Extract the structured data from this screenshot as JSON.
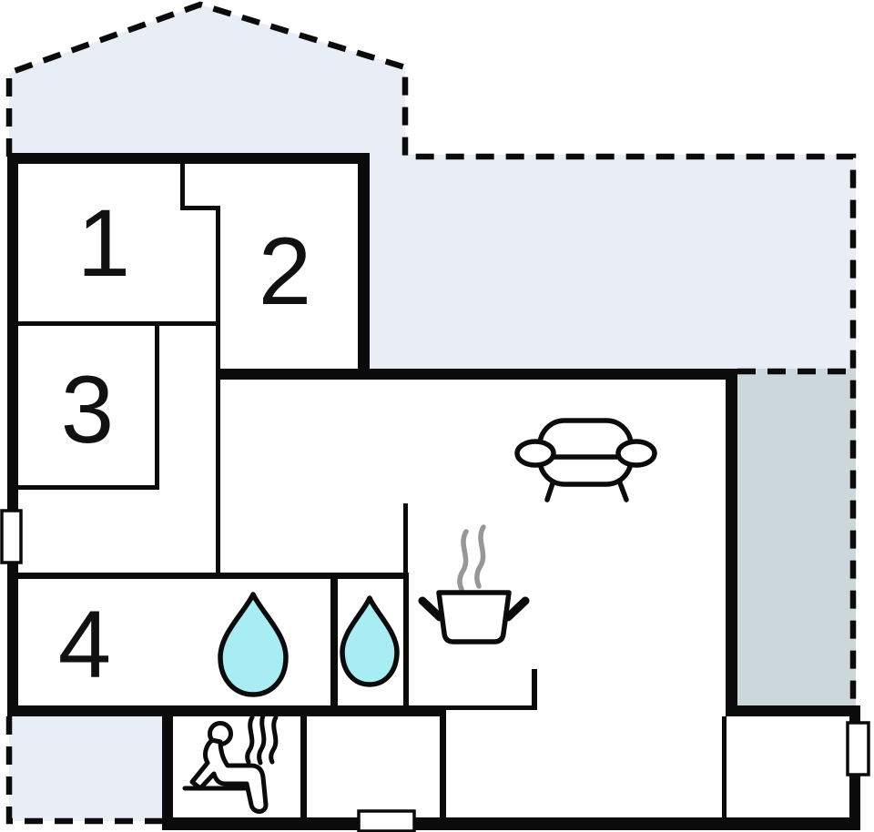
{
  "page": {
    "type": "floor-plan",
    "background": "#ffffff"
  },
  "rooms": [
    {
      "number": "1"
    },
    {
      "number": "2"
    },
    {
      "number": "3"
    },
    {
      "number": "4"
    }
  ],
  "icons": [
    "sofa-icon",
    "water-drop-icon",
    "water-drop-icon",
    "cooking-pot-icon",
    "sauna-person-icon"
  ],
  "colors": {
    "wall": "#0b0b0b",
    "roof_area": "#e9eef6",
    "terrace": "#ccd7dc",
    "water": "#a9edf4",
    "steam": "#979797",
    "label": "#111111",
    "white": "#ffffff"
  }
}
